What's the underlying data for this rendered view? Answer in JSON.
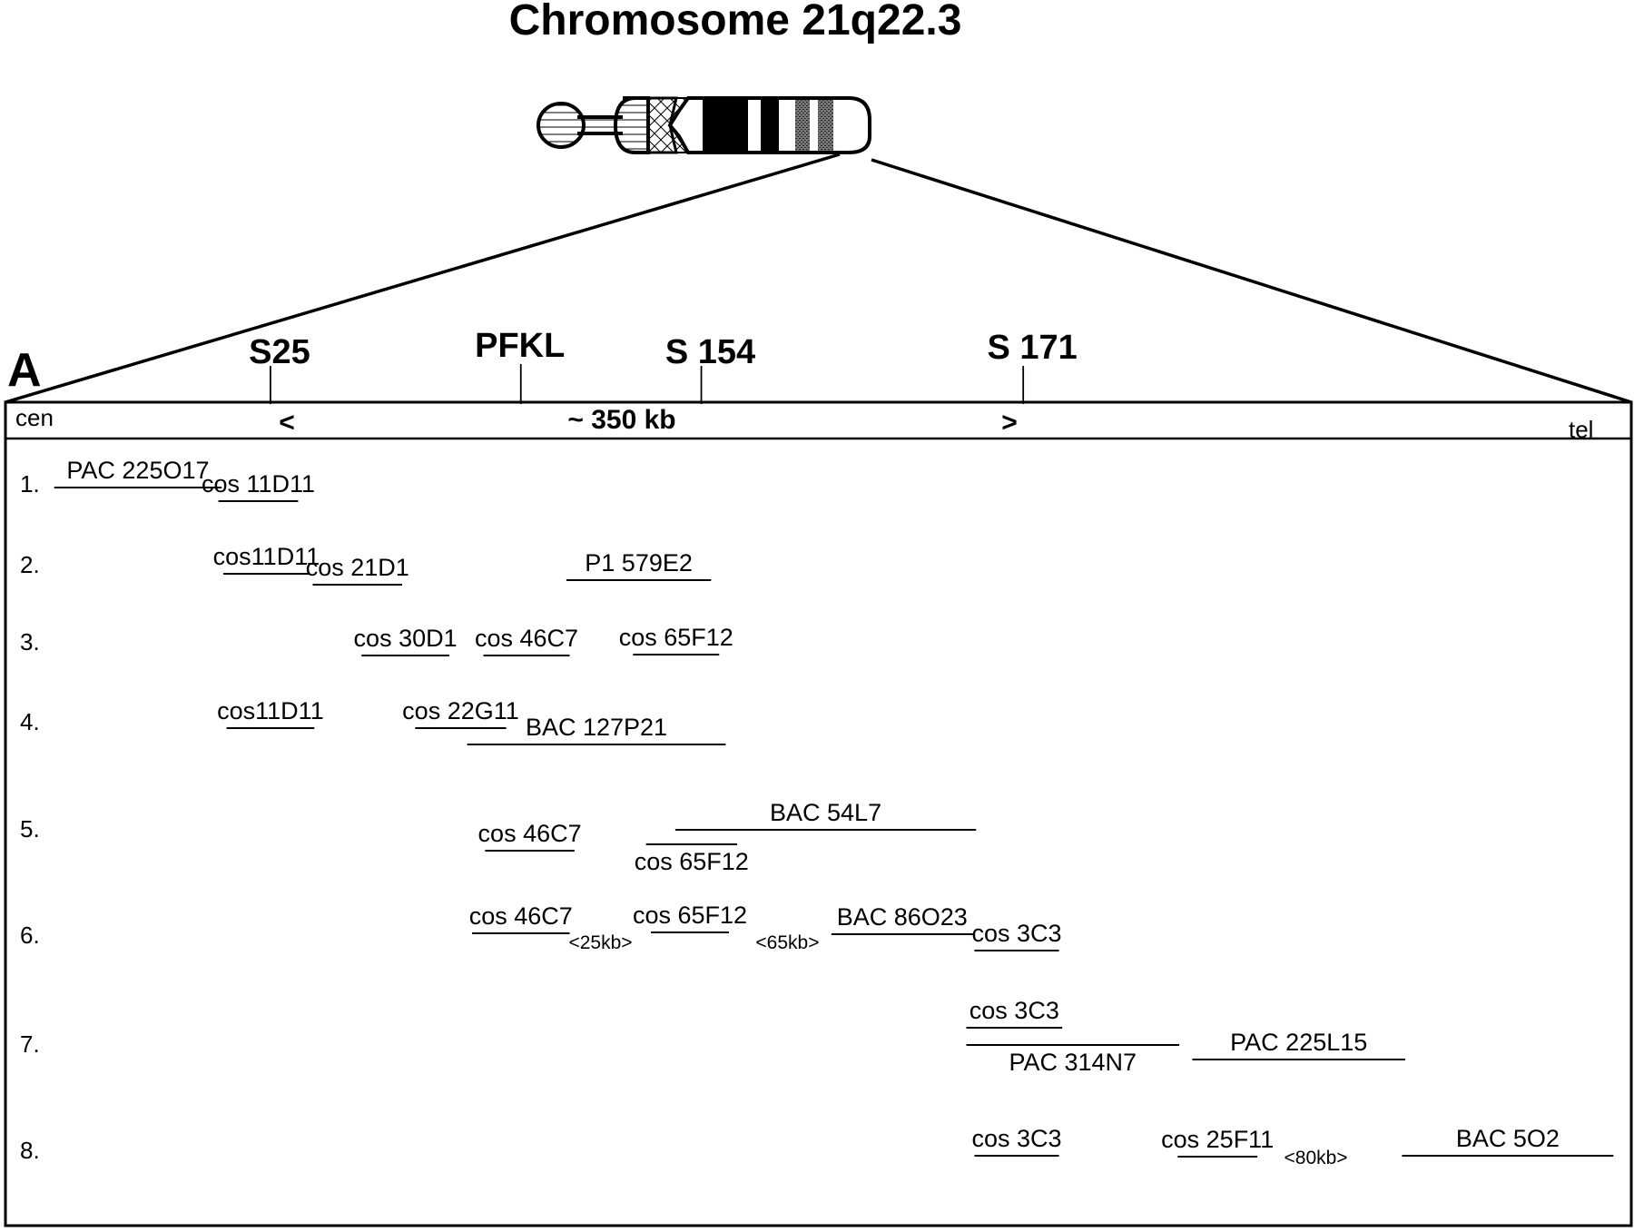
{
  "title": "Chromosome 21q22.3",
  "panel_label": "A",
  "colors": {
    "ink": "#000000",
    "background": "#ffffff",
    "stipple": "#555555"
  },
  "markers": [
    {
      "id": "s25",
      "label": "S25",
      "pos": 0.163
    },
    {
      "id": "pfkl",
      "label": "PFKL",
      "pos": 0.317
    },
    {
      "id": "s154",
      "label": "S 154",
      "pos": 0.428
    },
    {
      "id": "s171",
      "label": "S 171",
      "pos": 0.626
    }
  ],
  "axis": {
    "left_label": "cen",
    "right_label": "tel",
    "span_label": "~ 350 kb",
    "left_arrow": "<",
    "right_arrow": ">"
  },
  "rows": [
    {
      "number": "1.",
      "clones": [
        {
          "label": "PAC 225O17",
          "start": 0.03,
          "end": 0.133,
          "label_pos": "above"
        },
        {
          "label": "cos 11D11",
          "start": 0.131,
          "end": 0.18,
          "label_pos": "above"
        }
      ],
      "gaps": []
    },
    {
      "number": "2.",
      "clones": [
        {
          "label": "cos11D11",
          "start": 0.134,
          "end": 0.187,
          "label_pos": "above"
        },
        {
          "label": "cos 21D1",
          "start": 0.189,
          "end": 0.244,
          "label_pos": "above"
        },
        {
          "label": "P1 579E2",
          "start": 0.345,
          "end": 0.434,
          "label_pos": "above"
        }
      ],
      "gaps": []
    },
    {
      "number": "3.",
      "clones": [
        {
          "label": "cos 30D1",
          "start": 0.219,
          "end": 0.273,
          "label_pos": "above"
        },
        {
          "label": "cos 46C7",
          "start": 0.294,
          "end": 0.347,
          "label_pos": "above"
        },
        {
          "label": "cos 65F12",
          "start": 0.386,
          "end": 0.439,
          "label_pos": "above"
        }
      ],
      "gaps": []
    },
    {
      "number": "4.",
      "clones": [
        {
          "label": "cos11D11",
          "start": 0.136,
          "end": 0.19,
          "label_pos": "above"
        },
        {
          "label": "cos 22G11",
          "start": 0.252,
          "end": 0.308,
          "label_pos": "above"
        },
        {
          "label": "BAC 127P21",
          "start": 0.284,
          "end": 0.443,
          "label_pos": "above"
        }
      ],
      "gaps": []
    },
    {
      "number": "5.",
      "clones": [
        {
          "label": "cos 46C7",
          "start": 0.295,
          "end": 0.35,
          "label_pos": "above"
        },
        {
          "label": "BAC 54L7",
          "start": 0.412,
          "end": 0.597,
          "label_pos": "above"
        },
        {
          "label": "cos 65F12",
          "start": 0.394,
          "end": 0.45,
          "label_pos": "below"
        }
      ],
      "gaps": []
    },
    {
      "number": "6.",
      "clones": [
        {
          "label": "cos 46C7",
          "start": 0.287,
          "end": 0.347,
          "label_pos": "above"
        },
        {
          "label": "cos 65F12",
          "start": 0.397,
          "end": 0.445,
          "label_pos": "above"
        },
        {
          "label": "BAC 86O23",
          "start": 0.508,
          "end": 0.595,
          "label_pos": "above"
        },
        {
          "label": "cos 3C3",
          "start": 0.596,
          "end": 0.648,
          "label_pos": "above"
        }
      ],
      "gaps": [
        {
          "label": "<25kb>",
          "pos": 0.366
        },
        {
          "label": "<65kb>",
          "pos": 0.481
        }
      ]
    },
    {
      "number": "7.",
      "clones": [
        {
          "label": "cos 3C3",
          "start": 0.591,
          "end": 0.65,
          "label_pos": "above"
        },
        {
          "label": "PAC 314N7",
          "start": 0.591,
          "end": 0.722,
          "label_pos": "below"
        },
        {
          "label": "PAC 225L15",
          "start": 0.73,
          "end": 0.861,
          "label_pos": "above"
        }
      ],
      "gaps": []
    },
    {
      "number": "8.",
      "clones": [
        {
          "label": "cos 3C3",
          "start": 0.596,
          "end": 0.648,
          "label_pos": "above"
        },
        {
          "label": "cos 25F11",
          "start": 0.721,
          "end": 0.77,
          "label_pos": "above"
        },
        {
          "label": "BAC 5O2",
          "start": 0.859,
          "end": 0.989,
          "label_pos": "above"
        }
      ],
      "gaps": [
        {
          "label": "<80kb>",
          "pos": 0.806
        }
      ]
    }
  ]
}
